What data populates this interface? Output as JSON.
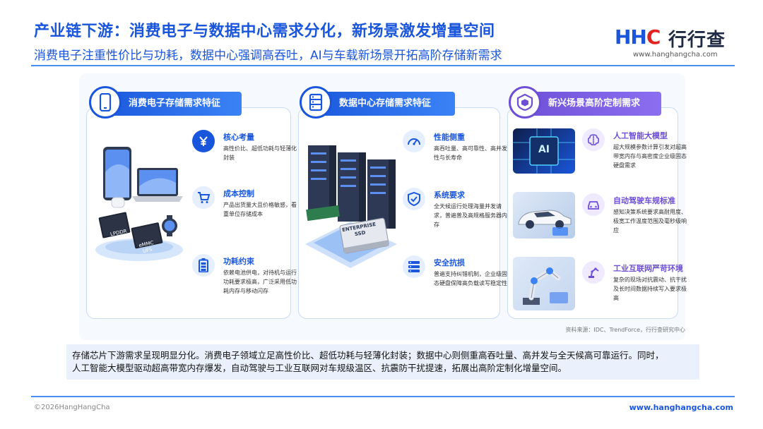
{
  "header": {
    "title": "产业链下游：消费电子与数据中心需求分化，新场景激发增量空间",
    "subtitle": "消费电子注重性价比与功耗，数据中心强调高吞吐，AI与车载新场景开拓高阶存储新需求"
  },
  "logo": {
    "mark_h": "HH",
    "mark_c": "C",
    "cn": "行行查",
    "url": "www.hanghangcha.com"
  },
  "panels": {
    "consumer": {
      "title": "消费电子存储需求特征",
      "chip1": "LPDDR",
      "chip2": "eMMC UFS",
      "features": [
        {
          "title": "核心考量",
          "desc": "高性价比、超低功耗与轻薄化封装",
          "icon": "yen-icon"
        },
        {
          "title": "成本控制",
          "desc": "产品出货量大且价格敏感，看重单位存储成本",
          "icon": "cart-icon"
        },
        {
          "title": "功耗约束",
          "desc": "依赖电池供电，对待机与运行功耗要求极高，广泛采用低功耗内存与移动闪存",
          "icon": "battery-icon"
        }
      ]
    },
    "datacenter": {
      "title": "数据中心存储需求特征",
      "ssd_label": "ENTERPRISE SSD",
      "features": [
        {
          "title": "性能侧重",
          "desc": "高吞吐量、高可靠性、高并发性与长寿命",
          "icon": "gauge-icon"
        },
        {
          "title": "系统要求",
          "desc": "全天候运行处理海量并发请求，普遍普及高规格服务器内存",
          "icon": "shield-check-icon"
        },
        {
          "title": "安全抗损",
          "desc": "普遍支持纠错机制，企业级固态硬盘保障高负载读写稳定性",
          "icon": "server-list-icon"
        }
      ]
    },
    "emerging": {
      "title": "新兴场景高阶定制需求",
      "ai_chip_label": "AI",
      "features": [
        {
          "title": "人工智能大模型",
          "desc": "超大规模参数计算引发对超高带宽内存与高密度企业级固态硬盘需求",
          "icon": "brain-icon"
        },
        {
          "title": "自动驾驶车规标准",
          "desc": "感知决策系统要求高耐用度、极宽工作温度范围及毫秒级响应",
          "icon": "car-icon"
        },
        {
          "title": "工业互联网严苛环境",
          "desc": "复杂的现场对抗震动、抗干扰及长时间数据持续写入要求极高",
          "icon": "robot-arm-icon"
        }
      ]
    }
  },
  "source_note": "资料来源：IDC、TrendForce，行行查研究中心",
  "summary": {
    "line1": "存储芯片下游需求呈现明显分化。消费电子领域立足高性价比、超低功耗与轻薄化封装；数据中心则侧重高吞吐量、高并发与全天候高可靠运行。同时，",
    "line2": "人工智能大模型驱动超高带宽内存爆发，自动驾驶与工业互联网对车规级温区、抗震防干扰提速，拓展出高阶定制化增量空间。"
  },
  "footer": {
    "copyright": "©2026HangHangCha",
    "url": "www.hanghangcha.com"
  },
  "colors": {
    "primary": "#1a56db",
    "accent_purple": "#6d4fd6",
    "logo_red": "#e02424"
  }
}
